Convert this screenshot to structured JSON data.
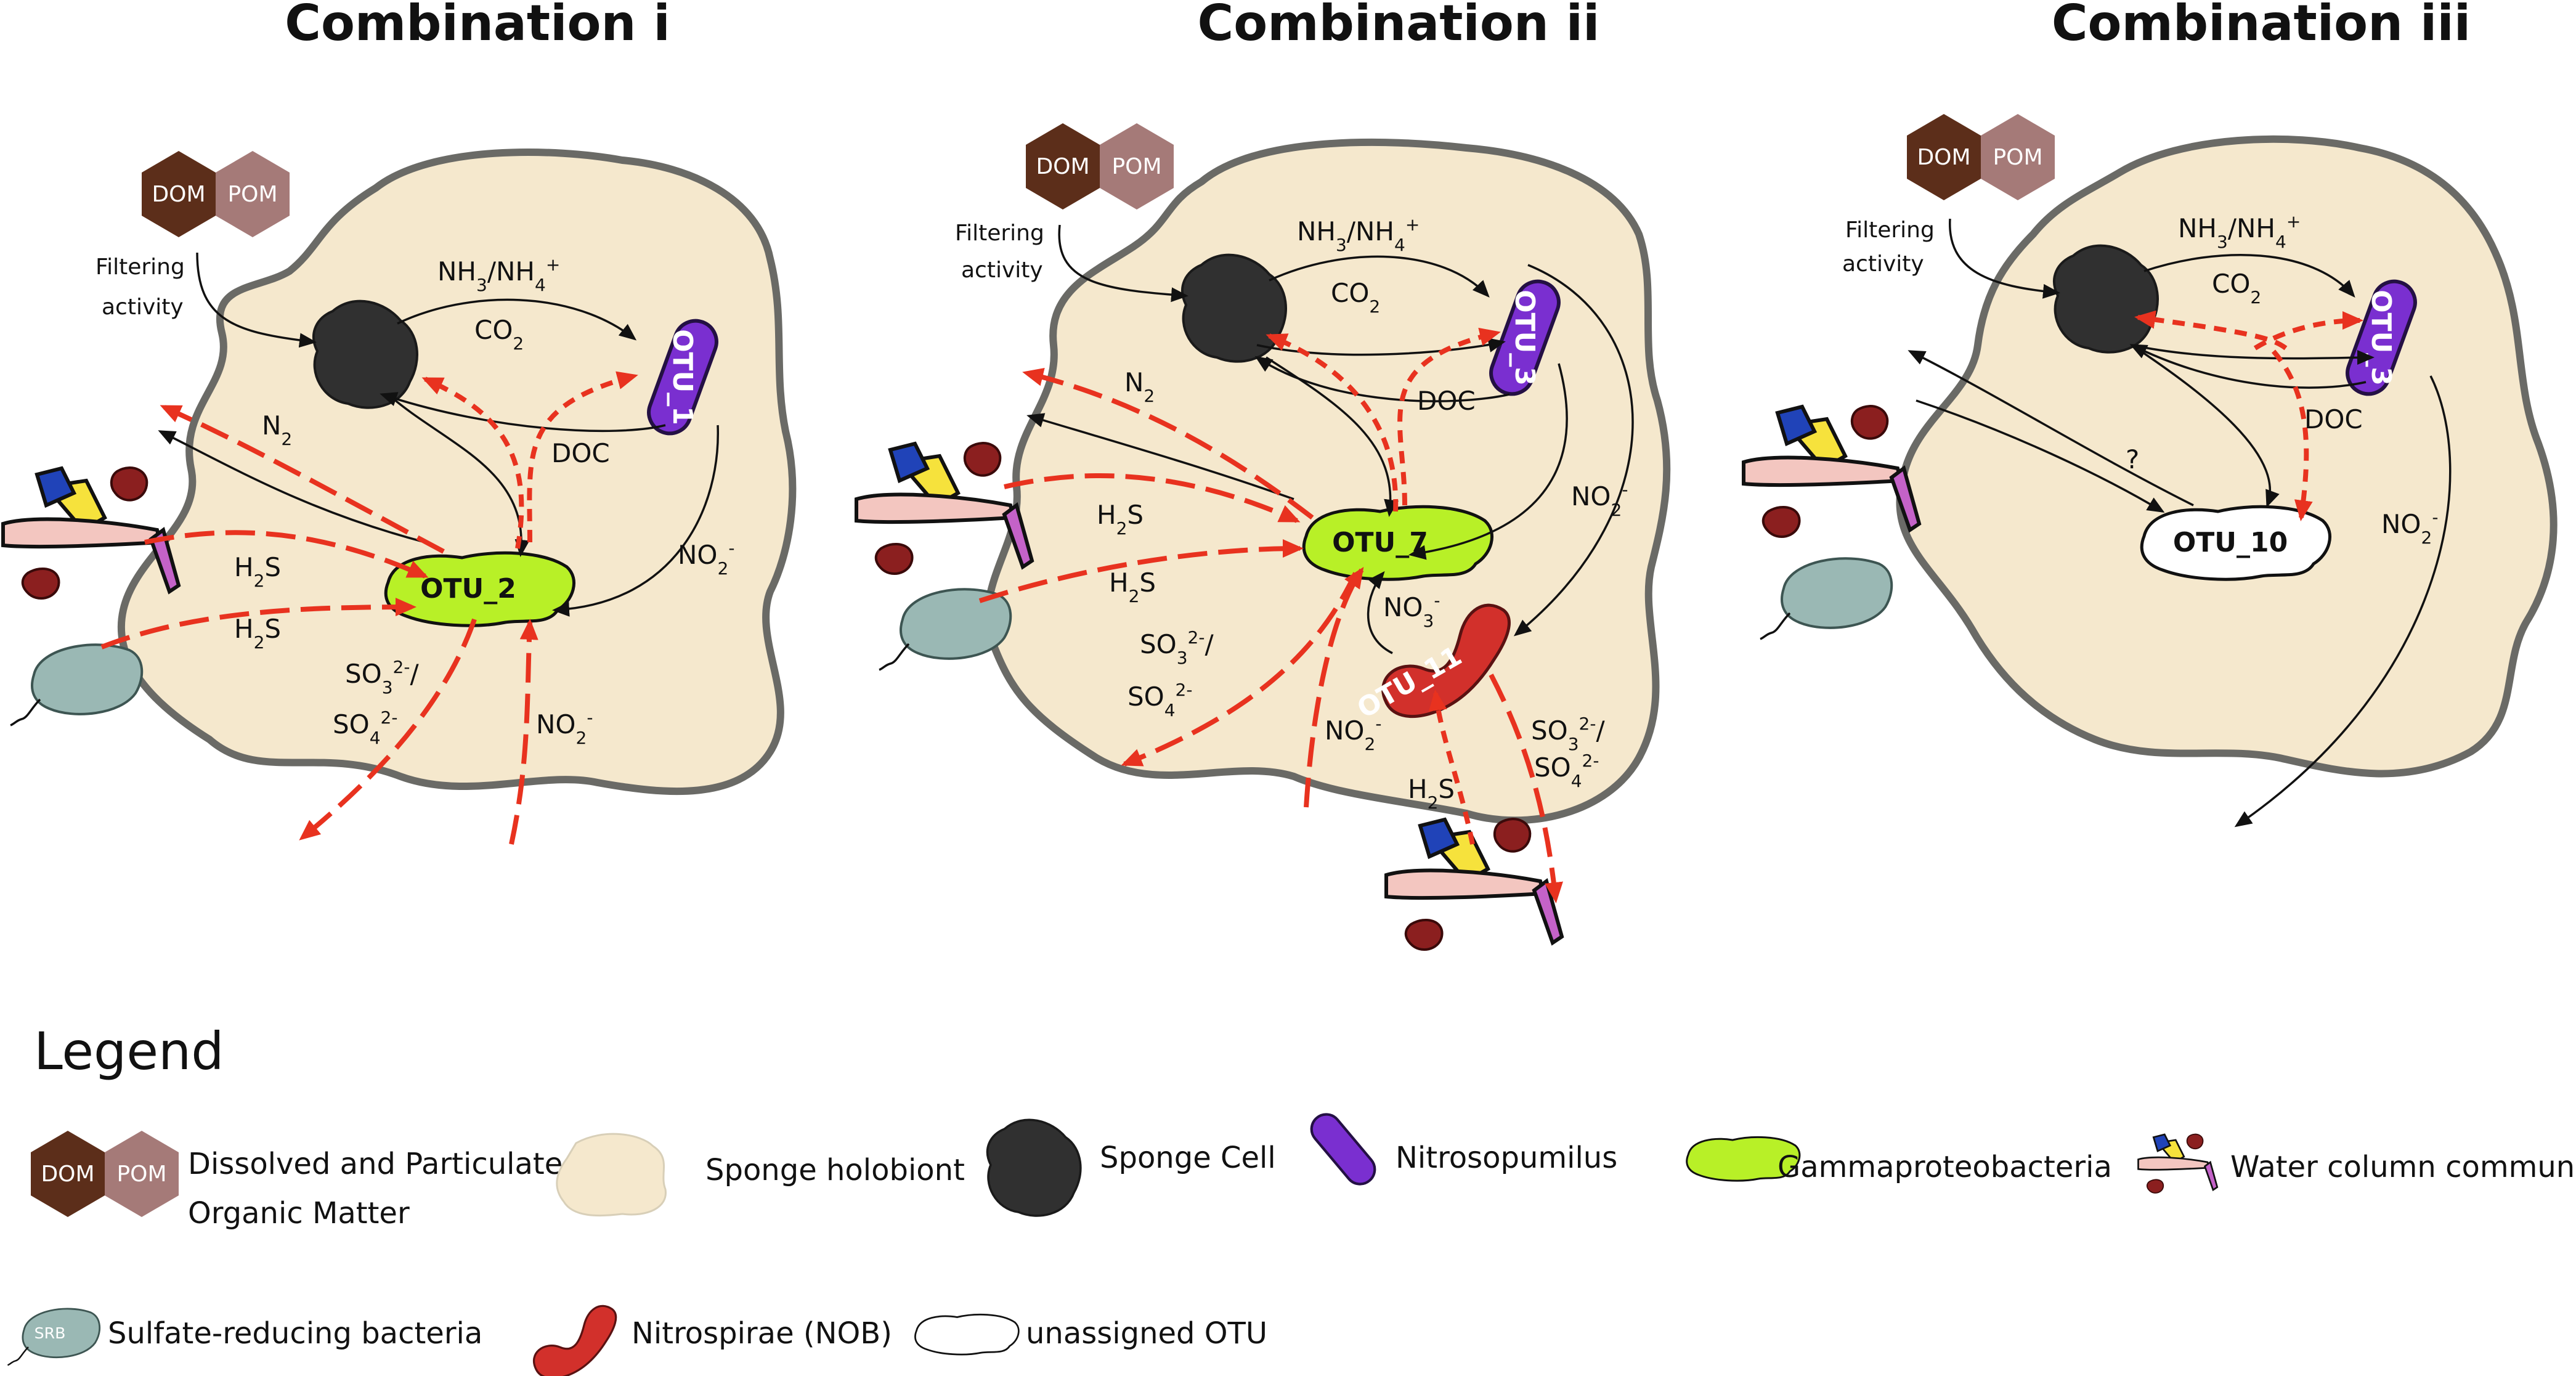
{
  "panels": [
    {
      "title": "Combination i",
      "partner": "OTU_1",
      "hub": "OTU_2",
      "labels": {
        "filtering_1": "Filtering",
        "filtering_2": "activity",
        "nh3": "NH",
        "nh3_sub": "3",
        "nh4": "/NH",
        "nh4_sub": "4",
        "nh4_sup": "+",
        "co2": "CO",
        "co2_sub": "2",
        "doc": "DOC",
        "n2": "N",
        "n2_sub": "2",
        "no2": "NO",
        "no2_sub": "2",
        "no2_sup": "-",
        "no2b": "NO",
        "no2b_sub": "2",
        "no2b_sup": "-",
        "h2s_a": "H",
        "h2s_a_sub": "2",
        "h2s_a_end": "S",
        "h2s_b": "H",
        "h2s_b_sub": "2",
        "h2s_b_end": "S",
        "so3": "SO",
        "so3_sub": "3",
        "so3_sup": "2-",
        "so3_end": "/",
        "so4": "SO",
        "so4_sub": "4",
        "so4_sup": "2-"
      }
    },
    {
      "title": "Combination ii",
      "partner": "OTU_3",
      "hub": "OTU_7",
      "nob": "OTU_11",
      "labels": {
        "filtering_1": "Filtering",
        "filtering_2": "activity",
        "nh3": "NH",
        "nh3_sub": "3",
        "nh4": "/NH",
        "nh4_sub": "4",
        "nh4_sup": "+",
        "co2": "CO",
        "co2_sub": "2",
        "doc": "DOC",
        "n2": "N",
        "n2_sub": "2",
        "no2": "NO",
        "no2_sub": "2",
        "no2_sup": "-",
        "no3": "NO",
        "no3_sub": "3",
        "no3_sup": "-",
        "no2b": "NO",
        "no2b_sub": "2",
        "no2b_sup": "-",
        "h2s_a": "H",
        "h2s_a_sub": "2",
        "h2s_a_end": "S",
        "h2s_b": "H",
        "h2s_b_sub": "2",
        "h2s_b_end": "S",
        "h2s_c": "H",
        "h2s_c_sub": "2",
        "h2s_c_end": "S",
        "so3": "SO",
        "so3_sub": "3",
        "so3_sup": "2-",
        "so3_end": "/",
        "so4": "SO",
        "so4_sub": "4",
        "so4_sup": "2-",
        "so3b": "SO",
        "so3b_sub": "3",
        "so3b_sup": "2-",
        "so3b_end": "/",
        "so4b": "SO",
        "so4b_sub": "4",
        "so4b_sup": "2-"
      }
    },
    {
      "title": "Combination iii",
      "partner": "OTU_3",
      "hub": "OTU_10",
      "labels": {
        "filtering_1": "Filtering",
        "filtering_2": "activity",
        "nh3": "NH",
        "nh3_sub": "3",
        "nh4": "/NH",
        "nh4_sub": "4",
        "nh4_sup": "+",
        "co2": "CO",
        "co2_sub": "2",
        "doc": "DOC",
        "question": "?",
        "no2": "NO",
        "no2_sub": "2",
        "no2_sup": "-"
      }
    }
  ],
  "badges": {
    "dom": "DOM",
    "pom": "POM",
    "srb": "SRB"
  },
  "legend": {
    "heading": "Legend",
    "items": {
      "organic_matter_1": "Dissolved and Particulate",
      "organic_matter_2": "Organic Matter",
      "holobiont": "Sponge holobiont",
      "sponge_cell": "Sponge Cell",
      "nitrosopumilus": "Nitrosopumilus",
      "gamma": "Gammaproteobacteria",
      "water_column": "Water column community",
      "srb": "Sulfate-reducing bacteria",
      "nitrospirae": "Nitrospirae (NOB)",
      "unassigned": "unassigned OTU"
    }
  },
  "colors": {
    "holobiont_fill": "#f5e8cd",
    "holobiont_stroke": "#6a6a66",
    "sponge_cell": "#303030",
    "nitrosopumilus": "#7a2fd0",
    "gamma": "#b8f027",
    "nitrospirae": "#d2302b",
    "srb": "#9ab8b4",
    "dom": "#5c2e1a",
    "pom": "#a57a78",
    "red_flux": "#e8321f"
  }
}
